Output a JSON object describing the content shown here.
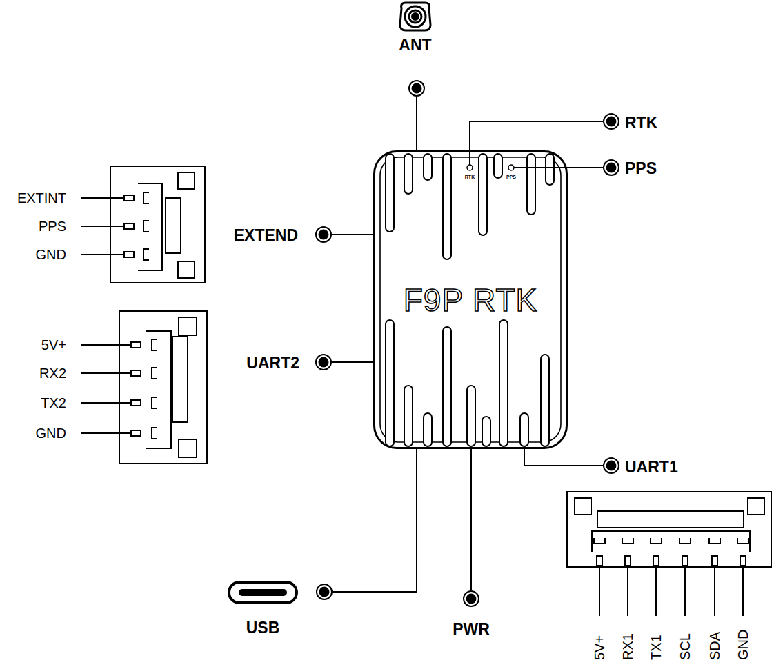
{
  "diagram": {
    "nodes": [
      {
        "text": [
          "F9P RTK"
        ]
      }
    ],
    "labels": [
      "ANT",
      "RTK",
      "PPS",
      "RTK",
      "PPS",
      "EXTEND",
      "EXTINT",
      "PPS",
      "GND",
      "UART2",
      "5V+",
      "RX2",
      "TX2",
      "GND",
      "UART1",
      "USB",
      "PWR",
      "5V+",
      "RX1",
      "TX1",
      "SCL",
      "SDA",
      "GND"
    ]
  }
}
